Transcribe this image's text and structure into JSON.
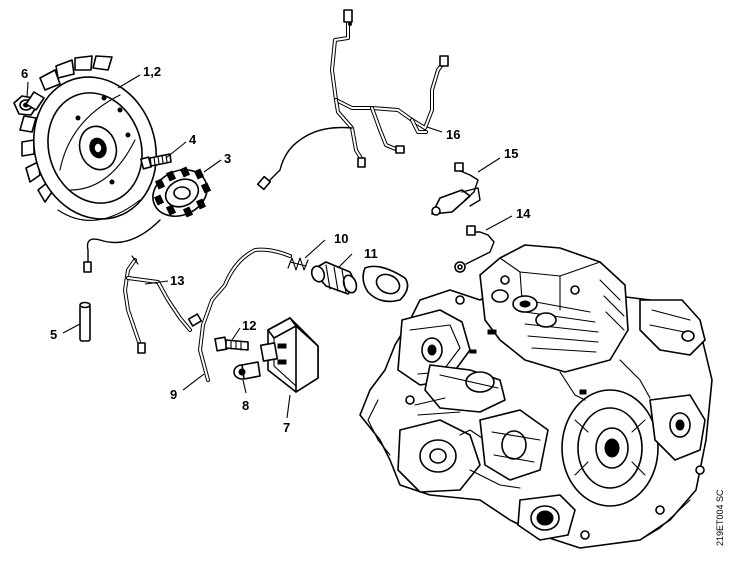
{
  "diagram": {
    "drawing_code": "219ET004 SC",
    "callouts": {
      "c1": "1,2",
      "c3": "3",
      "c4": "4",
      "c5": "5",
      "c6": "6",
      "c7": "7",
      "c8": "8",
      "c9": "9",
      "c10": "10",
      "c11": "11",
      "c12": "12",
      "c13": "13",
      "c14": "14",
      "c15": "15",
      "c16": "16"
    },
    "colors": {
      "line": "#000000",
      "background": "#ffffff"
    }
  }
}
